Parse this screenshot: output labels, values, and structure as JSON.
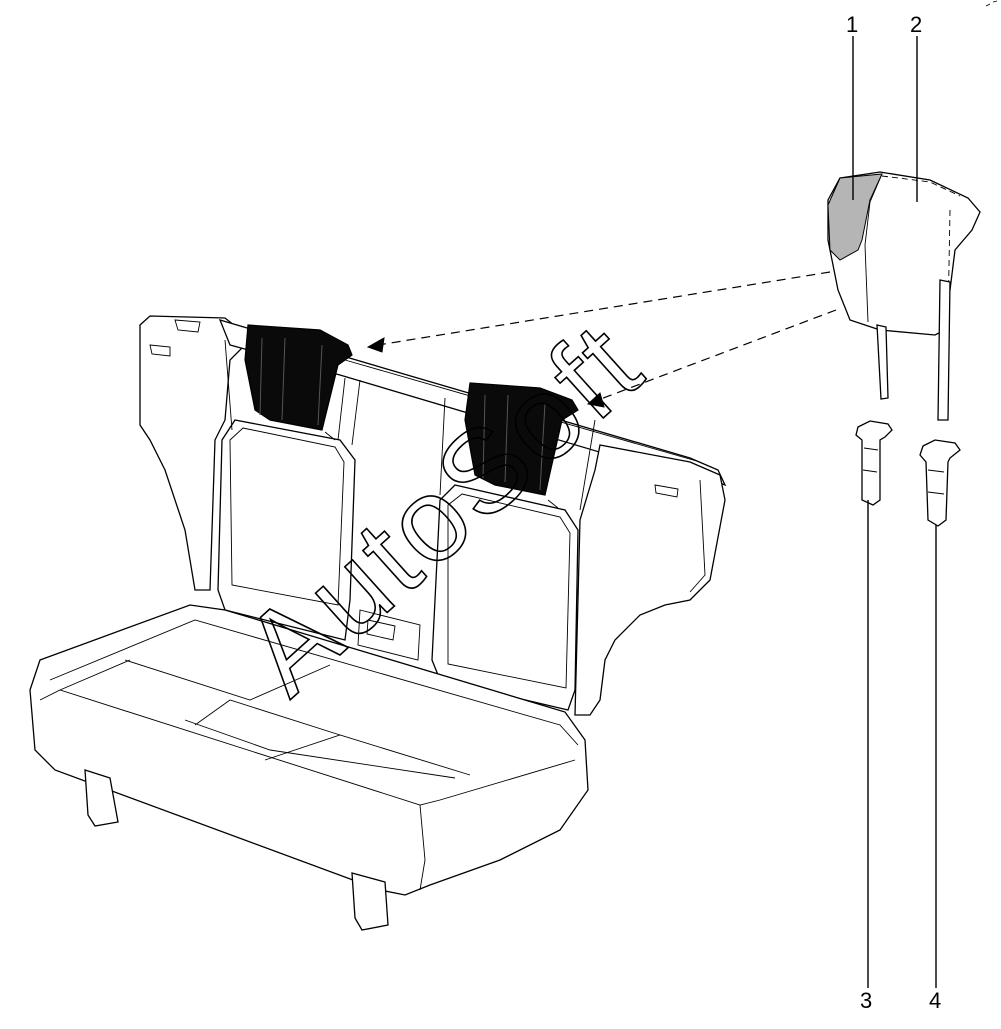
{
  "diagram": {
    "callouts": [
      {
        "id": "1",
        "label": "1"
      },
      {
        "id": "2",
        "label": "2"
      },
      {
        "id": "3",
        "label": "3"
      },
      {
        "id": "4",
        "label": "4"
      }
    ],
    "watermark": {
      "text": "AutoSoft"
    }
  }
}
